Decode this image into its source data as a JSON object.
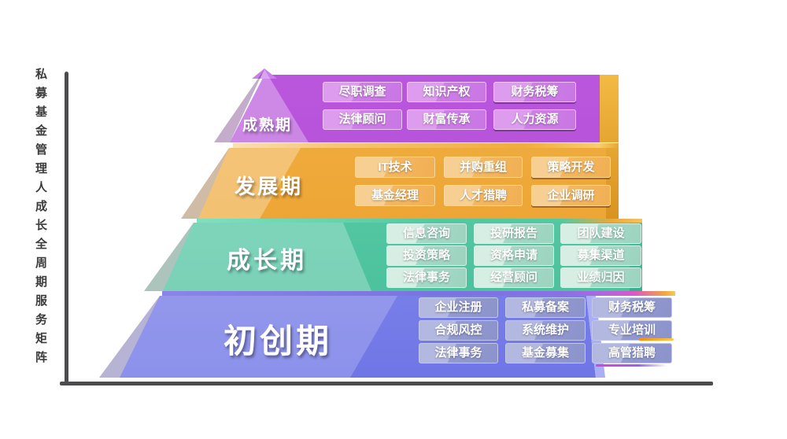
{
  "axis_title": "私募基金管理人成长全周期服务矩阵",
  "levels": [
    {
      "id": "mature",
      "label": "成熟期",
      "color": "#b452d8",
      "tags": [
        "尽职调查",
        "知识产权",
        "财务税筹",
        "法律顾问",
        "财富传承",
        "人力资源"
      ]
    },
    {
      "id": "development",
      "label": "发展期",
      "color": "#eea634",
      "tags": [
        "IT技术",
        "并购重组",
        "策略开发",
        "基金经理",
        "人才猎聘",
        "企业调研"
      ]
    },
    {
      "id": "growth",
      "label": "成长期",
      "color": "#52c9a3",
      "tags": [
        "信息咨询",
        "投研报告",
        "团队建设",
        "投资策略",
        "资格申请",
        "募集渠道",
        "法律事务",
        "经营顾问",
        "业绩归因"
      ]
    },
    {
      "id": "startup",
      "label": "初创期",
      "color": "#7a81e8",
      "tags": [
        "企业注册",
        "私募备案",
        "财务税筹",
        "合规风控",
        "系统维护",
        "专业培训",
        "法律事务",
        "基金募集",
        "高管猎聘"
      ]
    }
  ],
  "axis_color": "#4c4c4e"
}
